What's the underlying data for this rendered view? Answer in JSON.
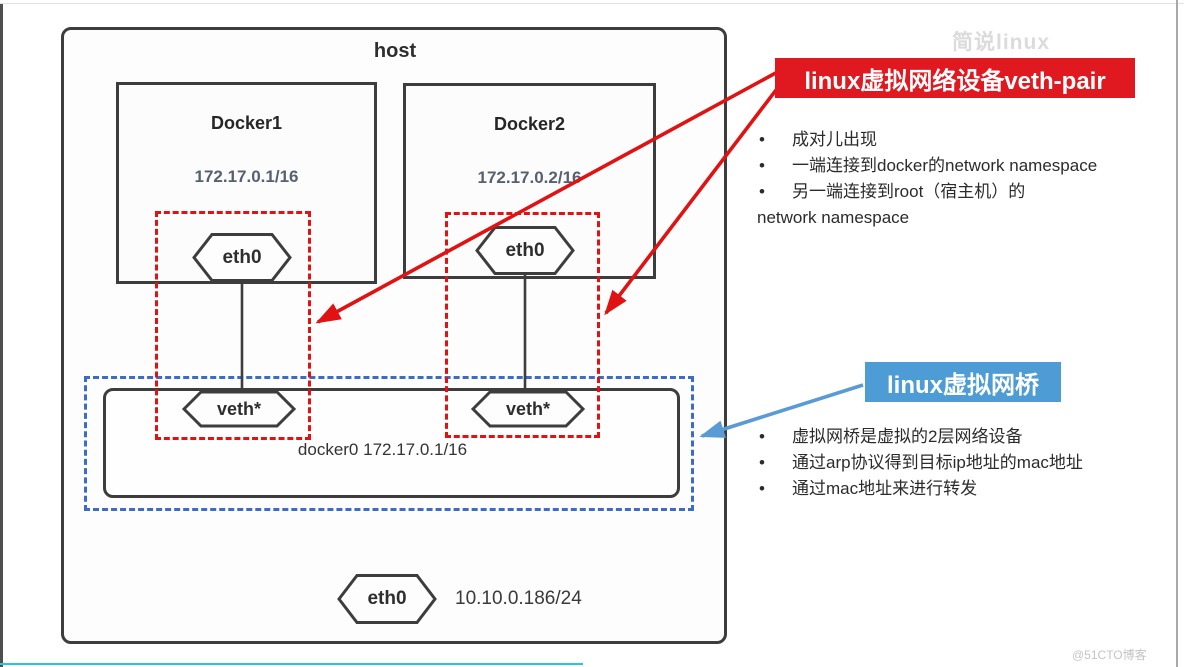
{
  "diagram": {
    "host_label": "host",
    "docker1": {
      "title": "Docker1",
      "ip": "172.17.0.1/16",
      "eth_label": "eth0"
    },
    "docker2": {
      "title": "Docker2",
      "ip": "172.17.0.2/16",
      "eth_label": "eth0"
    },
    "bridge": {
      "label": "docker0 172.17.0.1/16",
      "veth1_label": "veth*",
      "veth2_label": "veth*"
    },
    "host_eth": {
      "label": "eth0",
      "ip": "10.10.0.186/24"
    }
  },
  "veth_pair_note": {
    "title": "linux虚拟网络设备veth-pair",
    "bullet_char": "•",
    "bullets": [
      "成对儿出现",
      "一端连接到docker的network namespace",
      "另一端连接到root（宿主机）的"
    ],
    "continuation": "network namespace"
  },
  "bridge_note": {
    "title": "linux虚拟网桥",
    "bullet_char": "•",
    "bullets": [
      "虚拟网桥是虚拟的2层网络设备",
      "通过arp协议得到目标ip地址的mac地址",
      "通过mac地址来进行转发"
    ]
  },
  "watermarks": {
    "top_right": "简说linux",
    "bottom_right": "@51CTO博客"
  },
  "colors": {
    "red_accent": "#e01212",
    "red_label_bg": "#e0181f",
    "blue_label_bg": "#4e9cd5",
    "blue_dash": "#3a6cc8",
    "blue_arrow": "#5b9bd5",
    "box_border": "#3d3d3d",
    "ip_text": "#566070",
    "cyan_bottom_line": "#27c4e4"
  }
}
